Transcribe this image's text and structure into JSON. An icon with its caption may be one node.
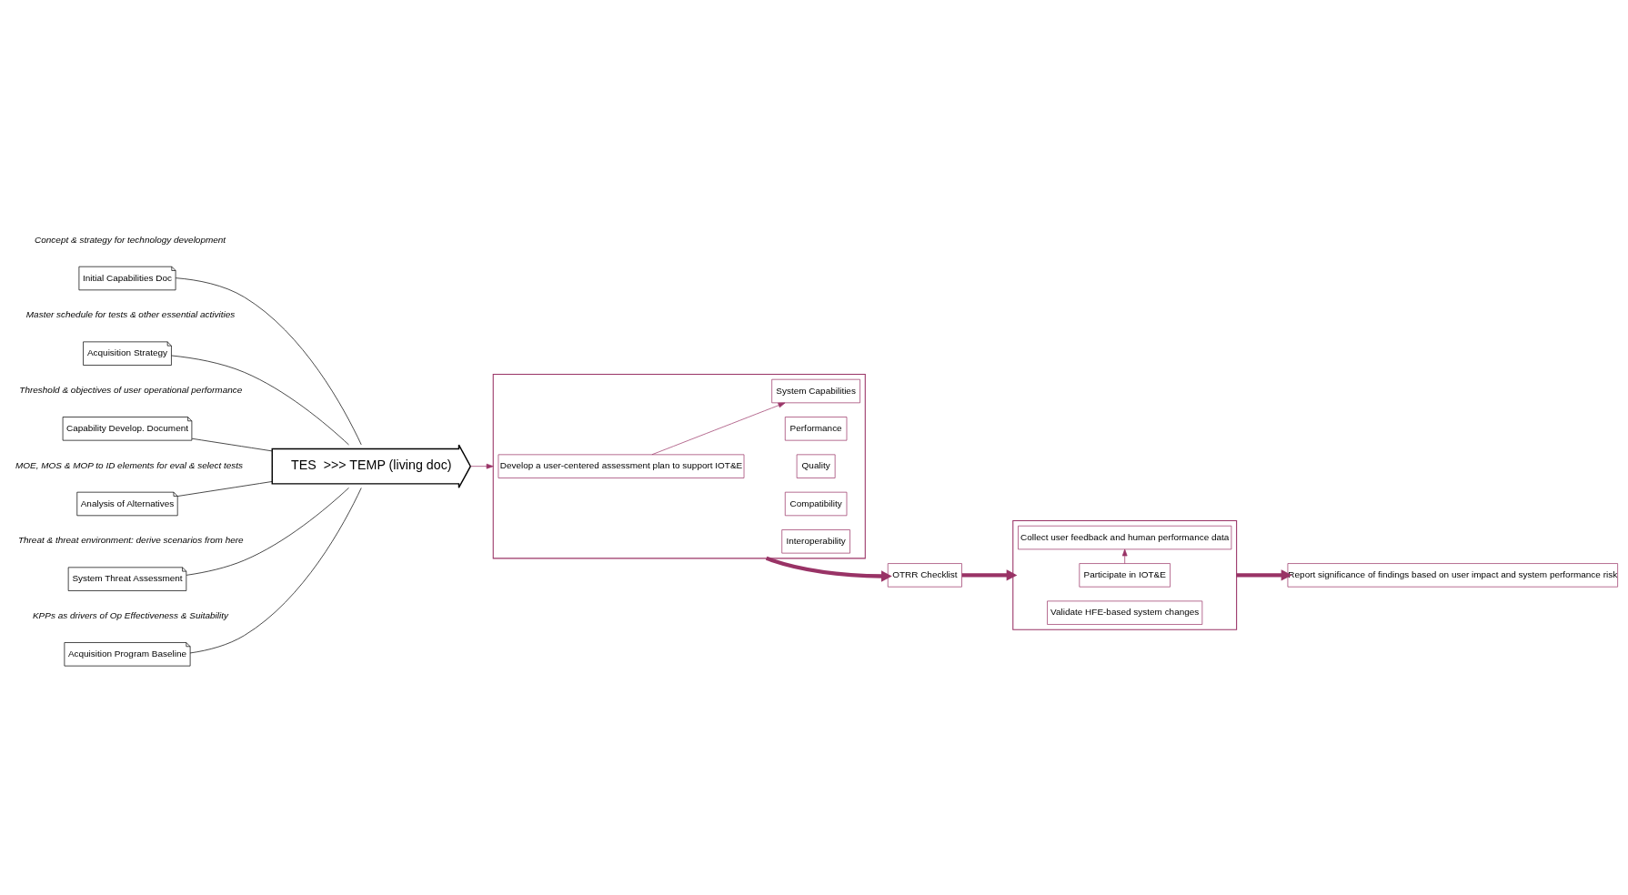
{
  "diagram": {
    "nodes": [
      {
        "text": [
          "TES  >>> TEMP (living doc)"
        ]
      },
      {
        "text": [
          "Initial Capabilities Doc"
        ],
        "beside": [
          "Concept & strategy for technology development"
        ]
      },
      {
        "text": [
          "Acquisition Strategy"
        ],
        "beside": [
          "Master schedule for tests & other essential activities"
        ]
      },
      {
        "text": [
          "Capability Develop. Document"
        ],
        "beside": [
          "Threshold & objectives of user operational performance"
        ]
      },
      {
        "text": [
          "Analysis of Alternatives"
        ],
        "beside": [
          "MOE, MOS & MOP to ID elements for eval & select tests"
        ]
      },
      {
        "text": [
          "System Threat Assessment"
        ],
        "beside": [
          "Threat & threat environment: derive scenarios from here"
        ]
      },
      {
        "text": [
          "Acquisition Program Baseline"
        ],
        "beside": [
          "KPPs as drivers of Op Effectiveness & Suitability"
        ]
      },
      {
        "text": [],
        "shape": "box"
      },
      {
        "text": [
          "Develop a user-centered assessment plan to support IOT&E"
        ],
        "in": 7
      },
      {
        "text": [
          "System Capabilities"
        ],
        "in": 7
      },
      {
        "text": [
          "Performance"
        ],
        "in": 7
      },
      {
        "text": [
          "Quality"
        ],
        "in": 7
      },
      {
        "text": [
          "Compatibility"
        ],
        "in": 7
      },
      {
        "text": [
          "Interoperability"
        ],
        "in": 7
      },
      {
        "text": [],
        "shape": "box"
      },
      {
        "text": [
          "Participate in IOT&E"
        ],
        "in": 14
      },
      {
        "text": [
          "Collect user feedback and human performance data"
        ],
        "in": 14
      },
      {
        "text": [
          "Validate HFE-based system changes"
        ],
        "in": 14
      },
      {
        "text": [
          "OTRR Checklist"
        ]
      },
      {
        "text": [
          "Report significance of findings based on user impact and system performance risk"
        ]
      }
    ],
    "edges": [
      {
        "from": 1,
        "to": 0,
        "arrow": "none"
      },
      {
        "from": 2,
        "to": 0,
        "arrow": "none"
      },
      {
        "from": 3,
        "to": 0,
        "arrow": "none"
      },
      {
        "from": 4,
        "to": 0,
        "arrow": "none"
      },
      {
        "from": 5,
        "to": 0,
        "arrow": "none"
      },
      {
        "from": 6,
        "to": 0,
        "arrow": "none"
      },
      {
        "from": 0,
        "to": 7,
        "arrow": "to",
        "color": "#993366"
      },
      {
        "from": 8,
        "to": 9,
        "arrow": "to",
        "color": "#993366"
      },
      {
        "from": 7,
        "to": 18,
        "arrow": "to",
        "color": "#993366",
        "style": "thick"
      },
      {
        "from": 18,
        "to": 14,
        "arrow": "to",
        "color": "#993366",
        "style": "thick"
      },
      {
        "from": 15,
        "to": 16,
        "arrow": "to",
        "color": "#993366"
      },
      {
        "from": 14,
        "to": 19,
        "arrow": "to",
        "color": "#993366",
        "style": "thick"
      }
    ]
  }
}
